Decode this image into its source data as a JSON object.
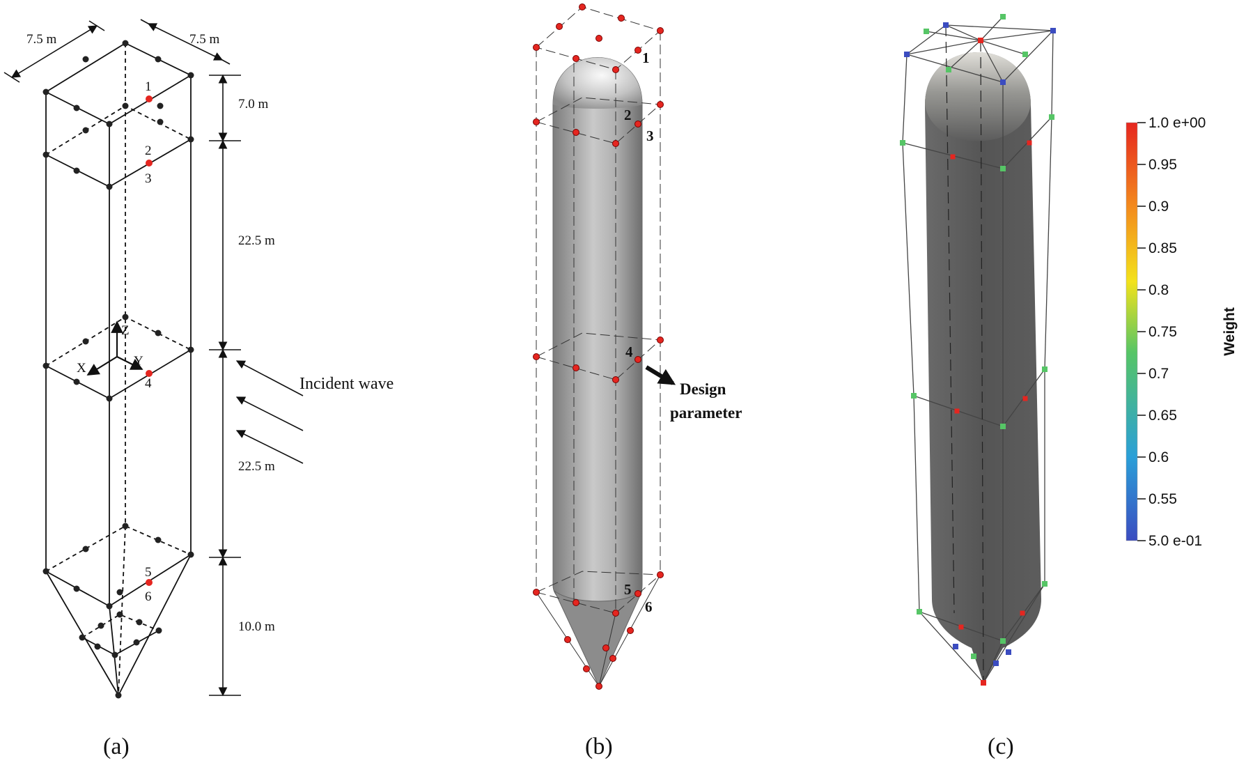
{
  "panel_a": {
    "dims": {
      "top_left": "7.5 m",
      "top_right": "7.5 m",
      "seg1": "7.0 m",
      "seg2": "22.5 m",
      "seg3": "22.5 m",
      "seg4": "10.0 m"
    },
    "point_labels": [
      "1",
      "2",
      "3",
      "4",
      "5",
      "6"
    ],
    "axes": {
      "z": "Z",
      "x": "X",
      "y": "Y"
    },
    "wave_label": "Incident wave",
    "caption": "(a)"
  },
  "panel_b": {
    "point_labels": [
      "1",
      "2",
      "3",
      "4",
      "5",
      "6"
    ],
    "design_line1": "Design",
    "design_line2": "parameter",
    "caption": "(b)"
  },
  "panel_c": {
    "caption": "(c)",
    "colorbar": {
      "title": "Weight",
      "ticks": [
        "1.0 e+00",
        "0.95",
        "0.9",
        "0.85",
        "0.8",
        "0.75",
        "0.7",
        "0.65",
        "0.6",
        "0.55",
        "5.0 e-01"
      ],
      "colors": [
        "#3b4cc0",
        "#2a9fd8",
        "#56c566",
        "#f3e21b",
        "#f38a1d",
        "#e6261f"
      ]
    }
  },
  "colors": {
    "design_point": "#e52620",
    "node": "#222222"
  }
}
